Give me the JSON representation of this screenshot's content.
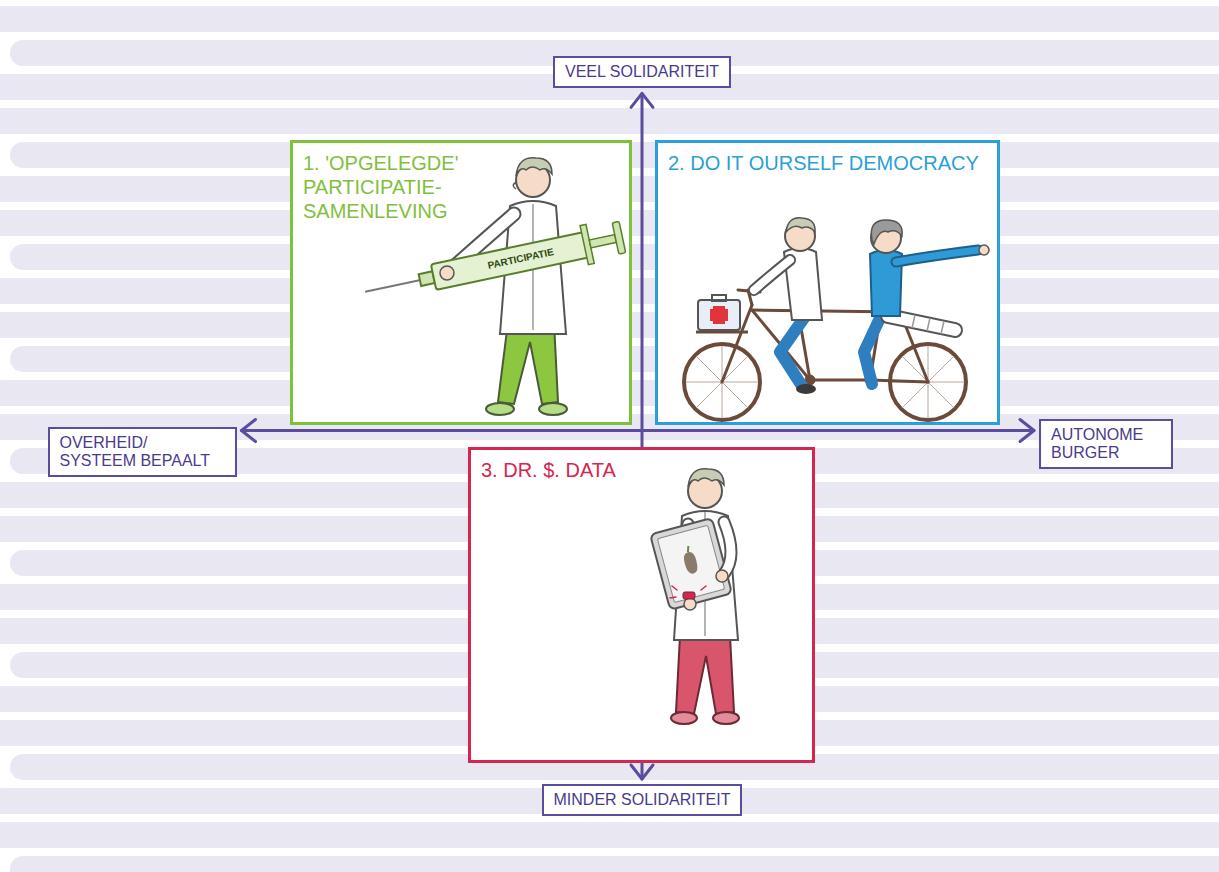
{
  "diagram": {
    "nodes": [
      {
        "text": [
          "VEEL SOLIDARITEIT"
        ]
      },
      {
        "text": [
          "1. 'OPGELEGDE' PARTICIPATIE- SAMENLEVING"
        ]
      },
      {
        "text": [
          "2. DO IT OURSELF DEMOCRACY"
        ]
      },
      {
        "text": [
          "OVERHEID/ SYSTEEM BEPAALT"
        ]
      },
      {
        "text": [
          "AUTONOME BURGER"
        ]
      },
      {
        "text": [
          "3. DR. $. DATA"
        ]
      },
      {
        "text": [
          "MINDER SOLIDARITEIT"
        ]
      }
    ],
    "edges": [
      {
        "from": 3,
        "to": 4,
        "arrow": "both"
      },
      {
        "from": 0,
        "to": 6,
        "arrow": "both"
      }
    ],
    "labels": [
      "PARTICIPATIE"
    ]
  }
}
